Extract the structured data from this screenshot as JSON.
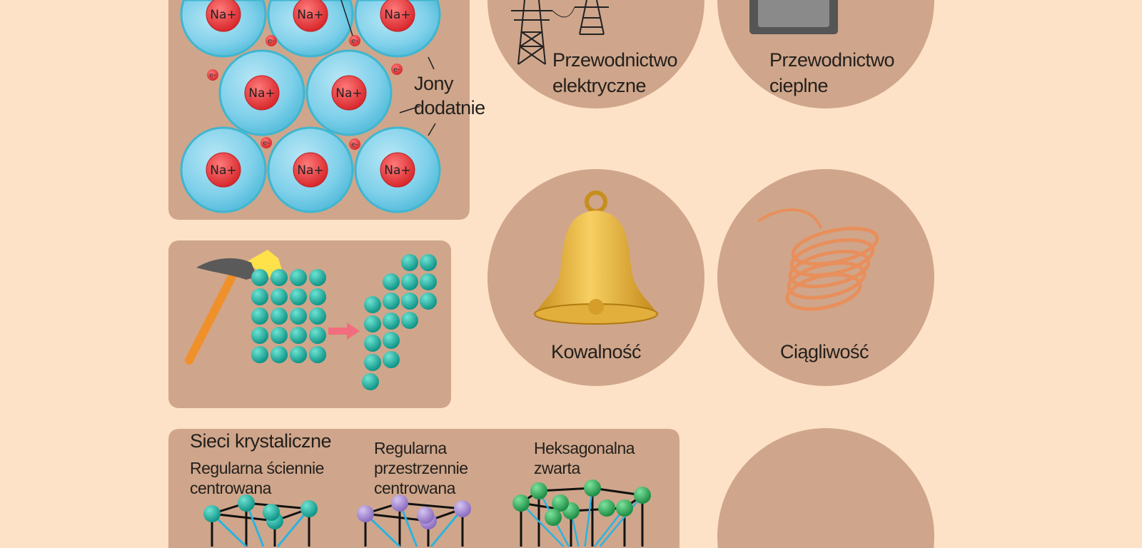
{
  "ion_lattice": {
    "ion_label": "Na+",
    "electron_label": "e-",
    "positive_ions_label_line1": "Jony",
    "positive_ions_label_line2": "dodatnie"
  },
  "properties": {
    "electrical": {
      "line1": "Przewodnictwo",
      "line2": "elektryczne"
    },
    "thermal": {
      "line1": "Przewodnictwo",
      "line2": "cieplne"
    },
    "malleability": {
      "label": "Kowalność"
    },
    "ductility": {
      "label": "Ciągliwość"
    }
  },
  "crystal_lattices": {
    "title": "Sieci krystaliczne",
    "fcc": {
      "line1": "Regularna ściennie",
      "line2": "centrowana"
    },
    "bcc": {
      "line1": "Regularna",
      "line2": "przestrzennie",
      "line3": "centrowana"
    },
    "hcp": {
      "line1": "Heksagonalna",
      "line2": "zwarta"
    }
  },
  "colors": {
    "background": "#fde2c8",
    "panel": "#cfa68b",
    "ion_shell": "#7fd0ea",
    "ion_core": "#e23b3b",
    "teal_ball": "#1bb3a6",
    "purple_ball": "#a58ad0",
    "green_ball": "#2aa85a"
  }
}
